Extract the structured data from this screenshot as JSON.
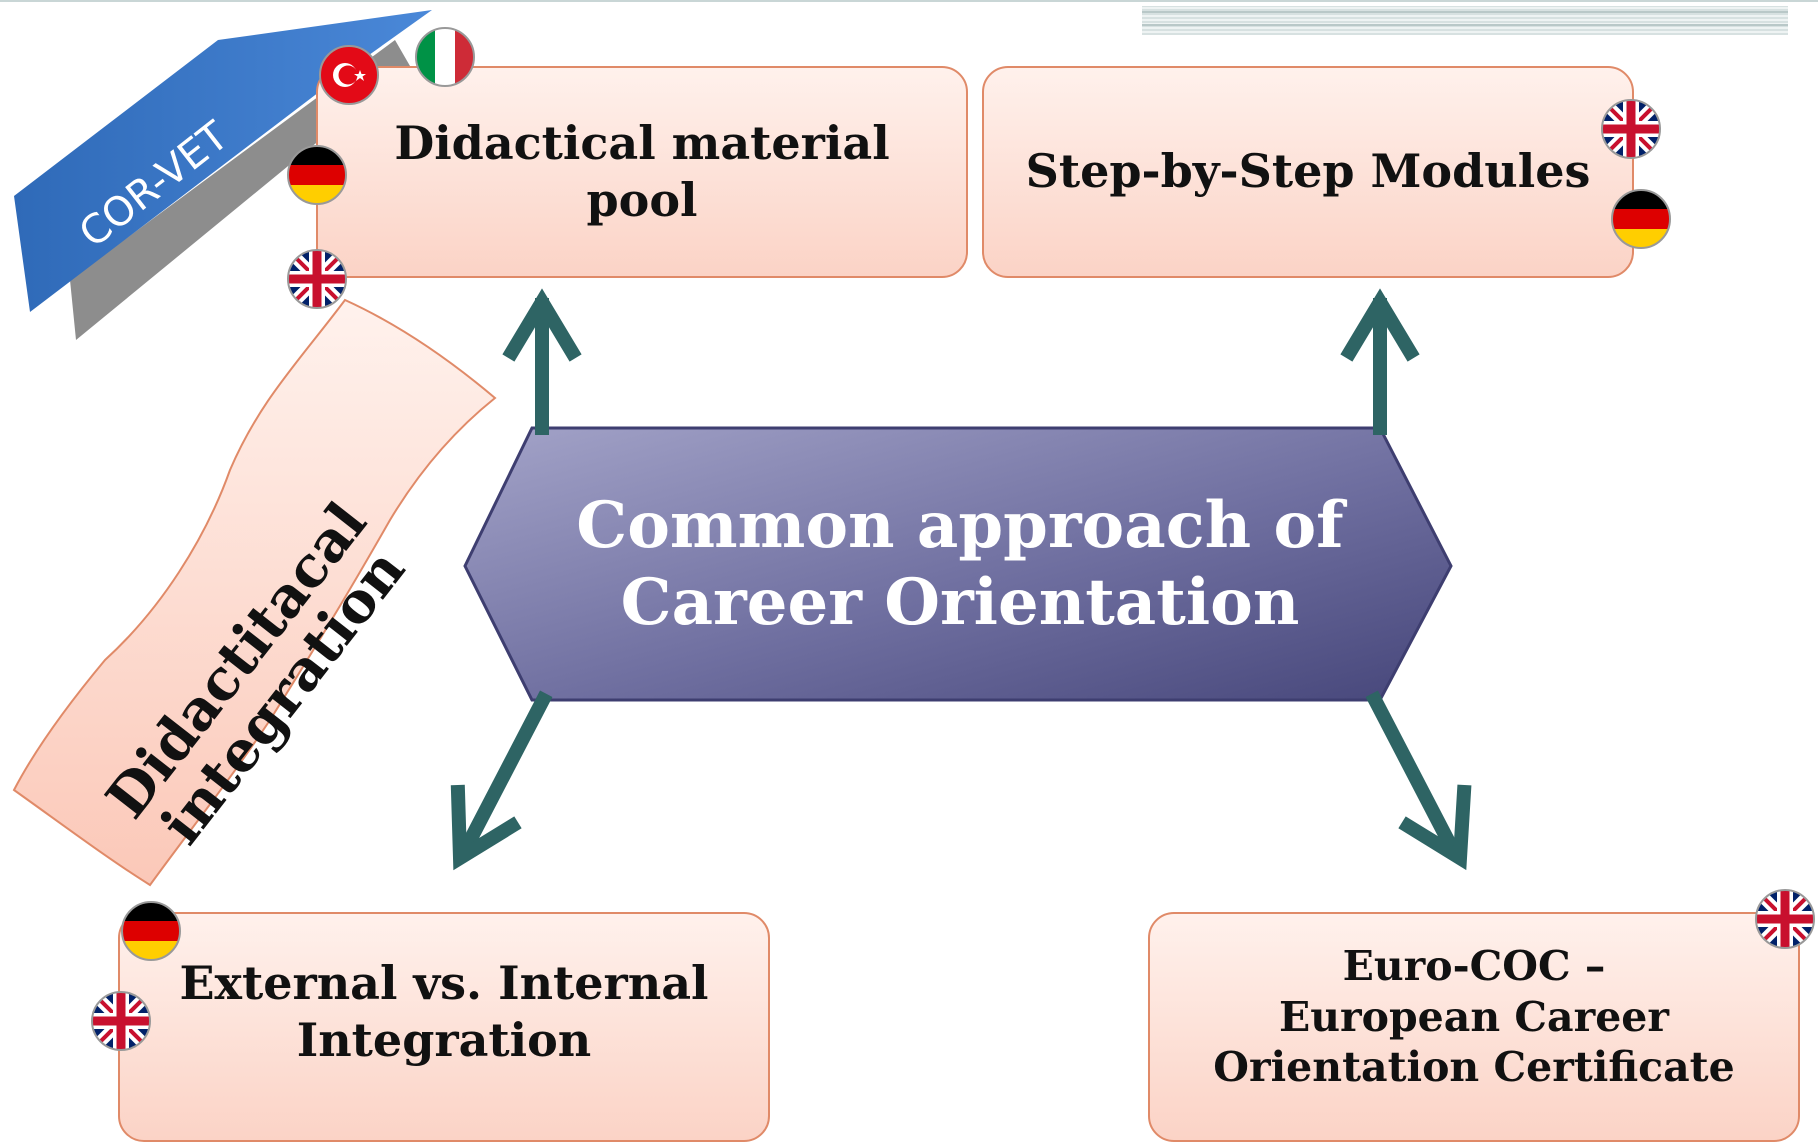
{
  "center": {
    "line1": "Common approach of",
    "line2": "Career Orientation"
  },
  "boxes": {
    "pool": {
      "line1": "Didactical material",
      "line2": "pool"
    },
    "steps": {
      "line1": "Step-by-Step Modules"
    },
    "external": {
      "line1": "External vs. Internal",
      "line2": "Integration"
    },
    "euro": {
      "line1": "Euro-COC –",
      "line2": "European Career",
      "line3": "Orientation Certificate"
    }
  },
  "side_label": {
    "line1": "Didactitacal",
    "line2": "integration"
  },
  "banner": {
    "label": "COR-VET"
  },
  "flags": {
    "pool": [
      "turkey-flag",
      "italy-flag",
      "germany-flag",
      "uk-flag"
    ],
    "steps": [
      "uk-flag",
      "germany-flag"
    ],
    "external": [
      "germany-flag",
      "uk-flag"
    ],
    "euro": [
      "uk-flag"
    ]
  },
  "colors": {
    "box_fill": "#fbd3c6",
    "box_border": "#e08a68",
    "hexagon_fill": "#5c5c8e",
    "arrow": "#2e6464",
    "banner_blue": "#3b78c8"
  }
}
